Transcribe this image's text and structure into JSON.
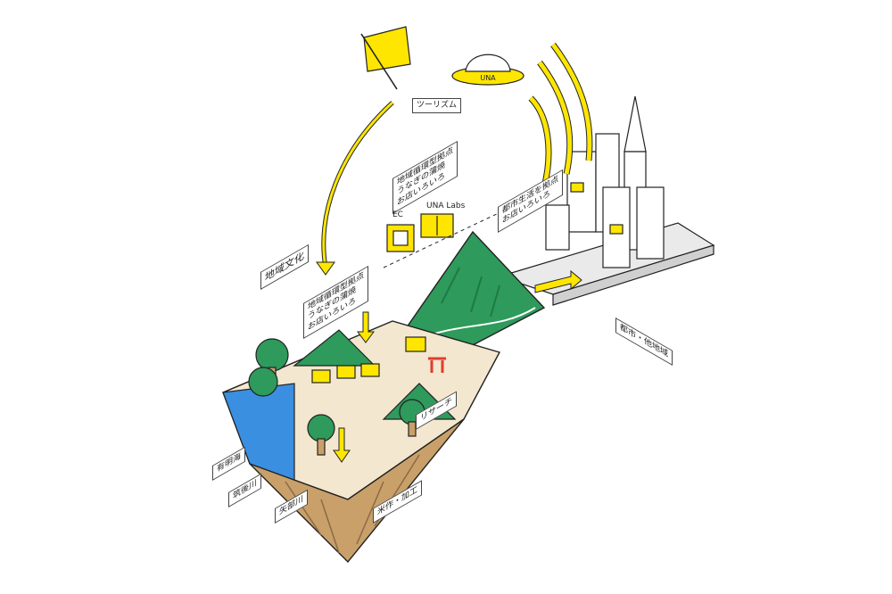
{
  "colors": {
    "yellow": "#ffe600",
    "green": "#2e9a5b",
    "deep_green": "#1e7a45",
    "soil": "#c9a06a",
    "soil_dark": "#8a6a44",
    "sea": "#3a8fe0",
    "sand": "#f3e7cf",
    "city": "#e6e6e6",
    "red": "#e23b2e",
    "line": "#222222"
  },
  "labels": {
    "tourism": "ツーリズム",
    "local_culture": "地域文化",
    "sea_ariake": "有明海",
    "river_chikugo": "筑後川",
    "river_yabe": "矢部川",
    "rice_nori": "米作・加工",
    "research": "リサーチ",
    "ec": "EC",
    "una_labs": "UNA Labs",
    "city_other": "都市・他地域",
    "base_note_1": "地域循環型拠点\nうなぎの蒲焼\nお店いろいろ",
    "base_note_2": "地域循環型拠点\nうなぎの蒲焼\nお店いろいろ",
    "city_note": "都市生活を拠点\nお店いろいろ"
  },
  "icons": {
    "flag": "flag-icon",
    "ufo": "ufo-icon",
    "cart": "cart-icon",
    "book": "book-icon",
    "torii": "torii-icon",
    "shop": "shop-icon",
    "tree": "tree-icon"
  },
  "ufo_text": "UNA"
}
